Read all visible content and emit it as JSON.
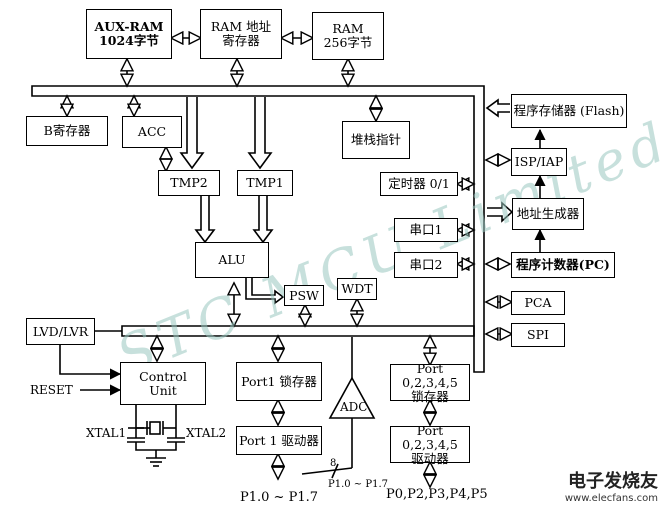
{
  "blocks": {
    "aux_ram": "AUX-RAM\n1024字节",
    "ram_reg": "RAM 地址\n寄存器",
    "ram": "RAM\n256字节",
    "b_reg": "B寄存器",
    "acc": "ACC",
    "stack": "堆栈指针",
    "tmp2": "TMP2",
    "tmp1": "TMP1",
    "alu": "ALU",
    "psw": "PSW",
    "wdt": "WDT",
    "timer": "定时器 0/1",
    "uart1": "串口1",
    "uart2": "串口2",
    "flash": "程序存储器 (Flash)",
    "isp": "ISP/IAP",
    "addr_gen": "地址生成器",
    "pc": "程序计数器(PC)",
    "pca": "PCA",
    "spi": "SPI",
    "lvd": "LVD/LVR",
    "control": "Control\nUnit",
    "port1_latch": "Port1 锁存器",
    "port1_driver": "Port 1 驱动器",
    "adc": "ADC",
    "portx_latch": "Port 0,2,3,4,5\n锁存器",
    "portx_driver": "Port 0,2,3,4,5\n驱动器"
  },
  "labels": {
    "reset": "RESET",
    "xtal1": "XTAL1",
    "xtal2": "XTAL2",
    "bus_width": "8",
    "adc_pins": "P1.0 ~ P1.7",
    "p1_pins": "P1.0 ~ P1.7",
    "px_pins": "P0,P2,P3,P4,P5"
  },
  "watermark": "STC  MCU  Limited",
  "logo": {
    "cn": "电子发烧友",
    "en": "www.elecfans.com"
  }
}
